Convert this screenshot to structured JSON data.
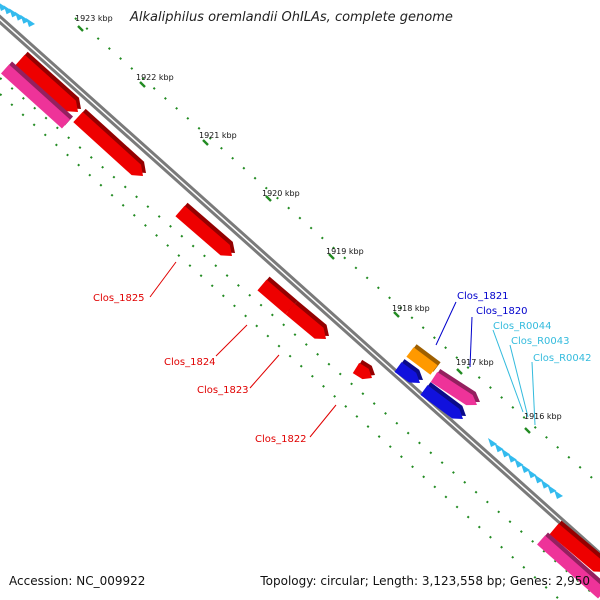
{
  "title": "Alkaliphilus oremlandii OhILAs, complete genome",
  "footer": {
    "accession": "Accession: NC_009922",
    "summary": "Topology: circular; Length: 3,123,558 bp; Genes: 2,950"
  },
  "tick_labels": [
    "1923 kbp",
    "1922 kbp",
    "1921 kbp",
    "1920 kbp",
    "1919 kbp",
    "1918 kbp",
    "1917 kbp",
    "1916 kbp"
  ],
  "gene_labels": [
    {
      "text": "Clos_1825",
      "color": "#e00000"
    },
    {
      "text": "Clos_1824",
      "color": "#e00000"
    },
    {
      "text": "Clos_1823",
      "color": "#e00000"
    },
    {
      "text": "Clos_1822",
      "color": "#e00000"
    },
    {
      "text": "Clos_1821",
      "color": "#0000cc"
    },
    {
      "text": "Clos_1820",
      "color": "#0000cc"
    },
    {
      "text": "Clos_R0044",
      "color": "#33bbdd"
    },
    {
      "text": "Clos_R0043",
      "color": "#33bbdd"
    },
    {
      "text": "Clos_R0042",
      "color": "#33bbdd"
    }
  ],
  "colors": {
    "backbone": "#7a7a7a",
    "cds": "#ee0000",
    "trna": "#ee3399",
    "blue_gene": "#1111dd",
    "orange_gene": "#ff9900",
    "rrna": "#33bbee",
    "tick_dots": "#228b22"
  }
}
